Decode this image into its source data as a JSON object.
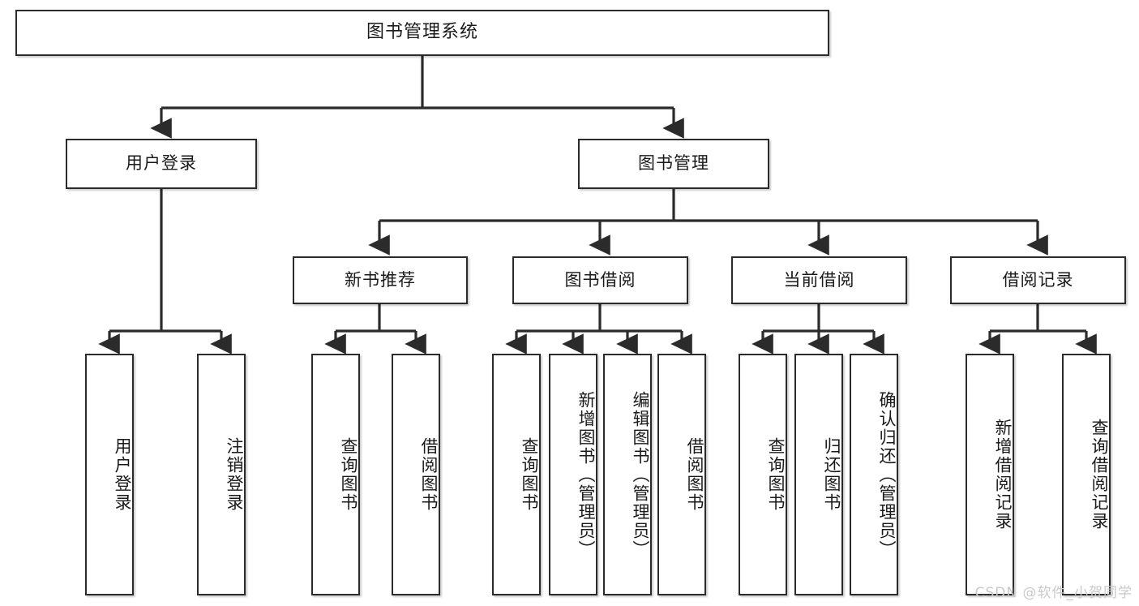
{
  "diagram": {
    "title": "图书管理系统",
    "type": "tree",
    "orientation": "top-down",
    "style": {
      "box_border_color": "#2b2b2b",
      "box_fill": "#ffffff",
      "edge_color": "#2b2b2b",
      "background": "#ffffff",
      "text_color": "#1a1a1a"
    },
    "root": {
      "label": "图书管理系统"
    },
    "level2": [
      {
        "label": "用户登录"
      },
      {
        "label": "图书管理"
      }
    ],
    "level3": [
      {
        "label": "新书推荐"
      },
      {
        "label": "图书借阅"
      },
      {
        "label": "当前借阅"
      },
      {
        "label": "借阅记录"
      }
    ],
    "leaves": {
      "user_login": [
        {
          "label": "用户登录"
        },
        {
          "label": "注销登录"
        }
      ],
      "new_book_recommend": [
        {
          "label": "查询图书"
        },
        {
          "label": "借阅图书"
        }
      ],
      "book_borrow": [
        {
          "label": "查询图书"
        },
        {
          "label": "新增图书（管理员）"
        },
        {
          "label": "编辑图书（管理员）"
        },
        {
          "label": "借阅图书"
        }
      ],
      "current_borrow": [
        {
          "label": "查询图书"
        },
        {
          "label": "归还图书"
        },
        {
          "label": "确认归还（管理员）"
        }
      ],
      "borrow_record": [
        {
          "label": "新增借阅记录"
        },
        {
          "label": "查询借阅记录"
        }
      ]
    }
  },
  "watermark": {
    "text": "CSDN @软件_小贺同学"
  }
}
